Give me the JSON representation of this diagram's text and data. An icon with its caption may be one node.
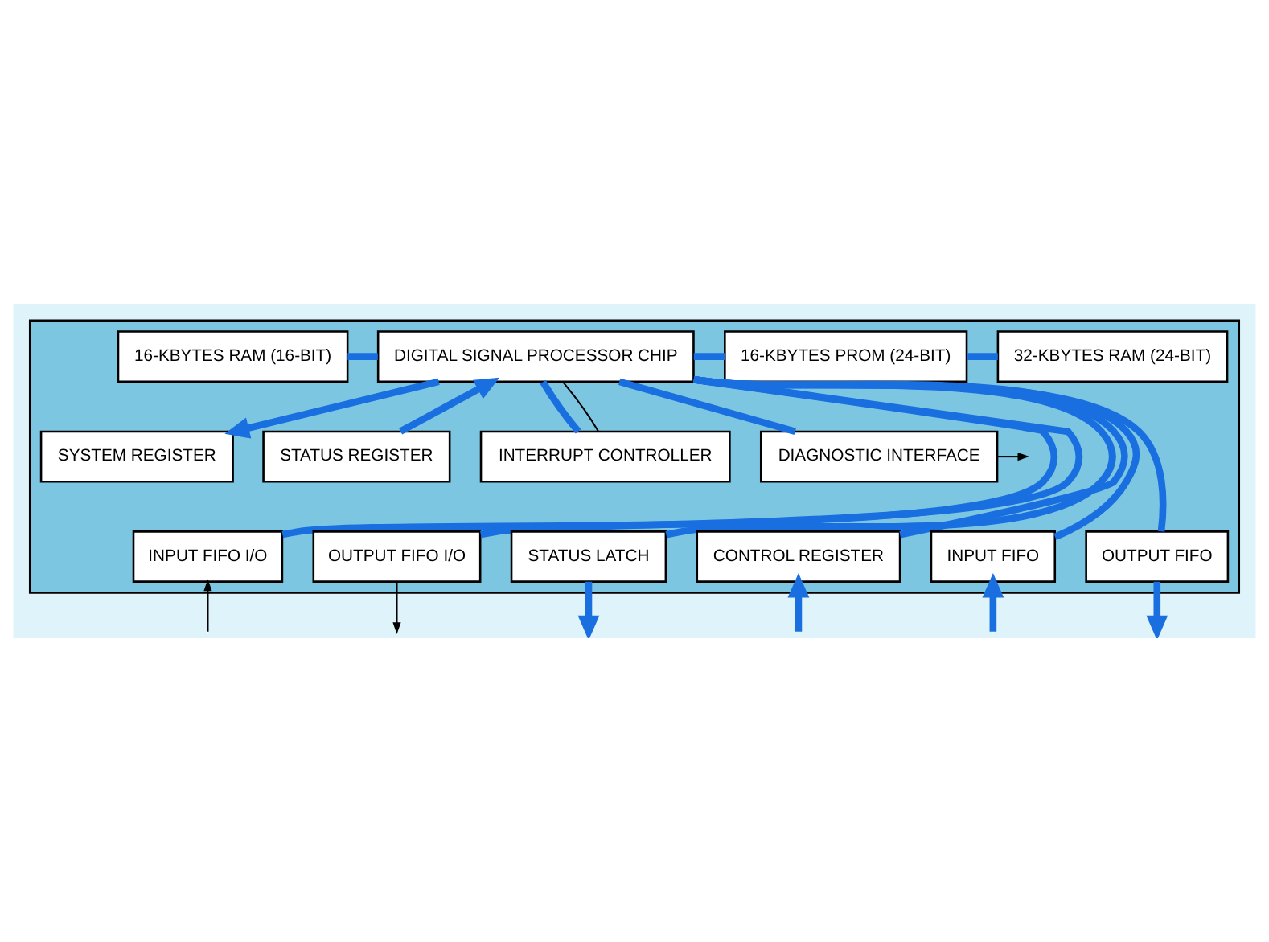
{
  "diagram": {
    "nodes": [
      {
        "text": [],
        "shape": "box"
      },
      {
        "text": [
          "16-KBYTES RAM (16-BIT)"
        ],
        "in": 0
      },
      {
        "text": [
          "DIGITAL SIGNAL PROCESSOR CHIP"
        ],
        "in": 0
      },
      {
        "text": [
          "16-KBYTES PROM (24-BIT)"
        ],
        "in": 0
      },
      {
        "text": [
          "32-KBYTES RAM (24-BIT)"
        ],
        "in": 0
      },
      {
        "text": [
          "SYSTEM REGISTER"
        ],
        "in": 0
      },
      {
        "text": [
          "INTERRUPT CONTROLLER"
        ],
        "in": 0
      },
      {
        "text": [
          "DIAGNOSTIC INTERFACE"
        ],
        "in": 0
      },
      {
        "text": [
          "STATUS REGISTER"
        ],
        "in": 0
      },
      {
        "text": [
          "INPUT FIFO I/O"
        ],
        "in": 0
      },
      {
        "text": [
          "OUTPUT FIFO I/O"
        ],
        "in": 0
      },
      {
        "text": [
          "STATUS LATCH"
        ],
        "in": 0
      },
      {
        "text": [
          "CONTROL REGISTER"
        ],
        "in": 0
      },
      {
        "text": [
          "INPUT FIFO"
        ],
        "in": 0
      },
      {
        "text": [
          "OUTPUT FIFO"
        ],
        "in": 0
      }
    ],
    "edges": [
      {
        "from": 2,
        "to": 1,
        "arrow": "none"
      },
      {
        "from": 2,
        "to": 3,
        "arrow": "none"
      },
      {
        "from": 3,
        "to": 4,
        "arrow": "none"
      },
      {
        "from": 2,
        "to": 5,
        "arrow": "to"
      },
      {
        "from": 8,
        "to": 2,
        "arrow": "to"
      },
      {
        "from": 2,
        "to": 6,
        "arrow": "none"
      },
      {
        "from": 2,
        "to": 6,
        "arrow": "none",
        "color": "#000000"
      },
      {
        "from": 2,
        "to": 7,
        "arrow": "none"
      },
      {
        "from": 2,
        "to": 9,
        "arrow": "none"
      },
      {
        "from": 2,
        "to": 10,
        "arrow": "none"
      },
      {
        "from": 2,
        "to": 11,
        "arrow": "none"
      },
      {
        "from": 2,
        "to": 12,
        "arrow": "none"
      },
      {
        "from": 2,
        "to": 13,
        "arrow": "none"
      },
      {
        "from": 2,
        "to": 14,
        "arrow": "none"
      },
      {
        "from": 7,
        "to": null,
        "arrow": "to",
        "color": "#000000"
      },
      {
        "from": null,
        "to": 9,
        "arrow": "to",
        "color": "#000000"
      },
      {
        "from": 10,
        "to": null,
        "arrow": "to",
        "color": "#000000"
      },
      {
        "from": 11,
        "to": null,
        "arrow": "to"
      },
      {
        "from": null,
        "to": 12,
        "arrow": "to"
      },
      {
        "from": null,
        "to": 13,
        "arrow": "to"
      },
      {
        "from": 14,
        "to": null,
        "arrow": "to"
      }
    ]
  }
}
